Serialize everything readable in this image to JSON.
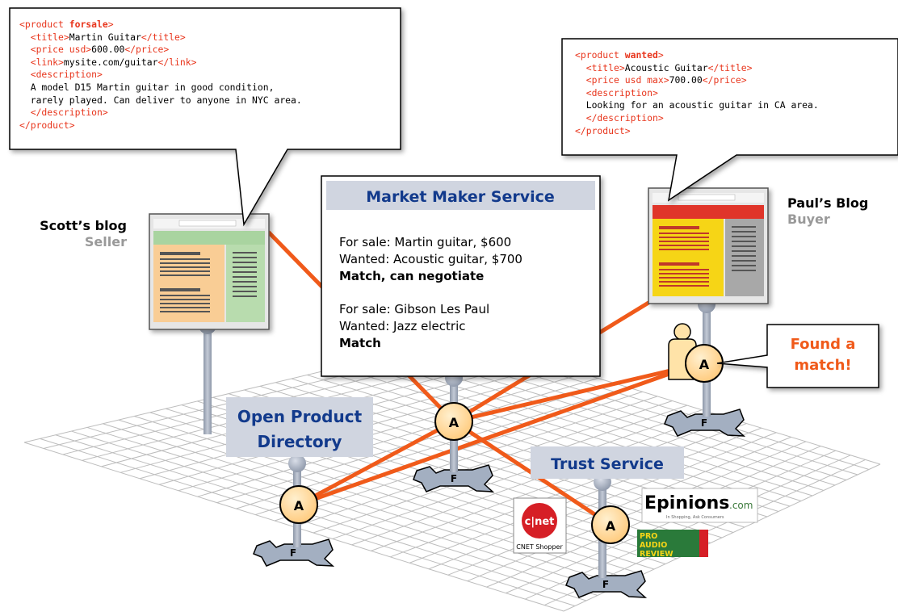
{
  "seller_xml": {
    "lines": [
      {
        "parts": [
          {
            "t": "tag",
            "v": "<product "
          },
          {
            "t": "kw",
            "v": "forsale"
          },
          {
            "t": "tag",
            "v": ">"
          }
        ]
      },
      {
        "parts": [
          {
            "t": "plain",
            "v": "  "
          },
          {
            "t": "tag",
            "v": "<title>"
          },
          {
            "t": "plain",
            "v": "Martin Guitar"
          },
          {
            "t": "tag",
            "v": "</title>"
          }
        ]
      },
      {
        "parts": [
          {
            "t": "plain",
            "v": "  "
          },
          {
            "t": "tag",
            "v": "<price usd>"
          },
          {
            "t": "plain",
            "v": "600.00"
          },
          {
            "t": "tag",
            "v": "</price>"
          }
        ]
      },
      {
        "parts": [
          {
            "t": "plain",
            "v": "  "
          },
          {
            "t": "tag",
            "v": "<link>"
          },
          {
            "t": "plain",
            "v": "mysite.com/guitar"
          },
          {
            "t": "tag",
            "v": "</link>"
          }
        ]
      },
      {
        "parts": [
          {
            "t": "plain",
            "v": "  "
          },
          {
            "t": "tag",
            "v": "<description>"
          }
        ]
      },
      {
        "parts": [
          {
            "t": "plain",
            "v": "  A model D15 Martin guitar in good condition,"
          }
        ]
      },
      {
        "parts": [
          {
            "t": "plain",
            "v": "  rarely played. Can deliver to anyone in NYC area."
          }
        ]
      },
      {
        "parts": [
          {
            "t": "plain",
            "v": "  "
          },
          {
            "t": "tag",
            "v": "</description>"
          }
        ]
      },
      {
        "parts": [
          {
            "t": "tag",
            "v": "</product>"
          }
        ]
      }
    ]
  },
  "buyer_xml": {
    "lines": [
      {
        "parts": [
          {
            "t": "tag",
            "v": "<product "
          },
          {
            "t": "kw",
            "v": "wanted"
          },
          {
            "t": "tag",
            "v": ">"
          }
        ]
      },
      {
        "parts": [
          {
            "t": "plain",
            "v": "  "
          },
          {
            "t": "tag",
            "v": "<title>"
          },
          {
            "t": "plain",
            "v": "Acoustic Guitar"
          },
          {
            "t": "tag",
            "v": "</title>"
          }
        ]
      },
      {
        "parts": [
          {
            "t": "plain",
            "v": "  "
          },
          {
            "t": "tag",
            "v": "<price usd max>"
          },
          {
            "t": "plain",
            "v": "700.00"
          },
          {
            "t": "tag",
            "v": "</price>"
          }
        ]
      },
      {
        "parts": [
          {
            "t": "plain",
            "v": "  "
          },
          {
            "t": "tag",
            "v": "<description>"
          }
        ]
      },
      {
        "parts": [
          {
            "t": "plain",
            "v": "  Looking for an acoustic guitar in CA area."
          }
        ]
      },
      {
        "parts": [
          {
            "t": "plain",
            "v": "  "
          },
          {
            "t": "tag",
            "v": "</description>"
          }
        ]
      },
      {
        "parts": [
          {
            "t": "tag",
            "v": "</product>"
          }
        ]
      }
    ]
  },
  "seller": {
    "name": "Scott’s blog",
    "role": "Seller"
  },
  "buyer": {
    "name": "Paul’s Blog",
    "role": "Buyer"
  },
  "market_maker": {
    "title": "Market Maker Service",
    "line1": "For sale: Martin guitar, $600",
    "line2": "Wanted: Acoustic guitar, $700",
    "line3": "Match, can negotiate",
    "line4": "For sale: Gibson Les Paul",
    "line5": "Wanted: Jazz electric",
    "line6": "Match"
  },
  "callout": {
    "line1": "Found a",
    "line2": "match!"
  },
  "directory": {
    "line1": "Open Product",
    "line2": "Directory"
  },
  "trust": {
    "title": "Trust Service"
  },
  "node": {
    "agent_letter": "A",
    "foundation_letter": "F"
  },
  "logos": {
    "cnet": "c|net",
    "cnet_caption": "CNET Shopper",
    "epinions_main": "Epinions",
    "epinions_suffix": ".com",
    "epinions_tagline": "In Shopping, Ask Consumers",
    "proaudio": [
      "PRO",
      "AUDIO",
      "REVIEW"
    ]
  },
  "colors": {
    "tag": "#e8351c",
    "link": "#f05a1a",
    "node_fill": "#ffd79a",
    "label_bg": "#d0d5e0",
    "label_text": "#123a8c",
    "found_text": "#f05a1a",
    "role_text": "#999999",
    "piece": "#a3afc1",
    "grid": "#bdbdbd"
  }
}
